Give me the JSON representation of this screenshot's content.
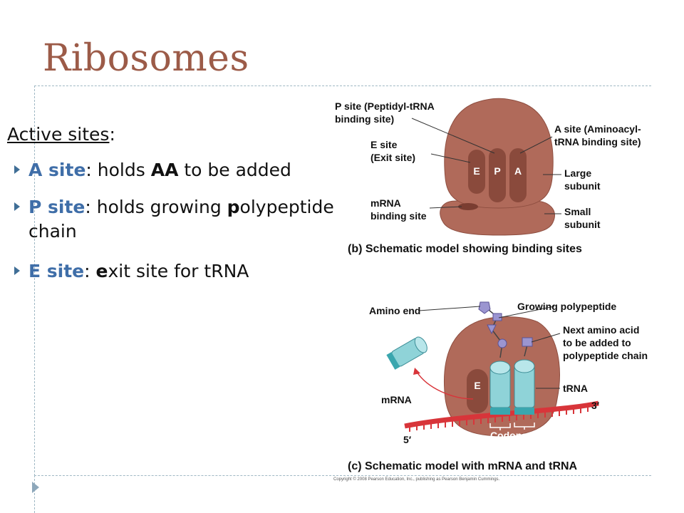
{
  "slide": {
    "title": "Ribosomes",
    "heading_underlined": "Active sites",
    "heading_colon": ":",
    "bullets": [
      {
        "kw": "A site",
        "text1": ": holds ",
        "bold": "AA",
        "text2": " to be added"
      },
      {
        "kw": "P site",
        "text1": ": holds growing ",
        "bold": "p",
        "text2": "olypeptide",
        "line2": "chain"
      },
      {
        "kw": "E site",
        "text1": ": ",
        "bold": "e",
        "text2": "xit site for tRNA"
      }
    ]
  },
  "figure_b": {
    "p_site_1": "P site (Peptidyl-tRNA",
    "p_site_2": "binding site)",
    "e_site_1": "E site",
    "e_site_2": "(Exit site)",
    "mrna_1": "mRNA",
    "mrna_2": "binding site",
    "a_site_1": "A site (Aminoacyl-",
    "a_site_2": "tRNA binding site)",
    "large_1": "Large",
    "large_2": "subunit",
    "small_1": "Small",
    "small_2": "subunit",
    "site_e": "E",
    "site_p": "P",
    "site_a": "A",
    "caption": "(b) Schematic model showing binding sites"
  },
  "figure_c": {
    "amino_end": "Amino end",
    "growing": "Growing polypeptide",
    "next_1": "Next amino acid",
    "next_2": "to be added to",
    "next_3": "polypeptide chain",
    "trna": "tRNA",
    "mrna": "mRNA",
    "three_prime": "3′",
    "five_prime": "5′",
    "codons": "Codons",
    "site_e": "E",
    "caption": "(c) Schematic model with mRNA and tRNA",
    "copyright": "Copyright © 2008 Pearson Education, Inc., publishing as Pearson Benjamin Cummings."
  },
  "colors": {
    "title": "#9c5b48",
    "ribosome": "#b06a5a",
    "ribosome_dark": "#8e4e40",
    "trna": "#8fd3d8",
    "polypeptide": "#9b95d0",
    "mrna": "#d8353a",
    "keyword": "#3f6ea8"
  }
}
